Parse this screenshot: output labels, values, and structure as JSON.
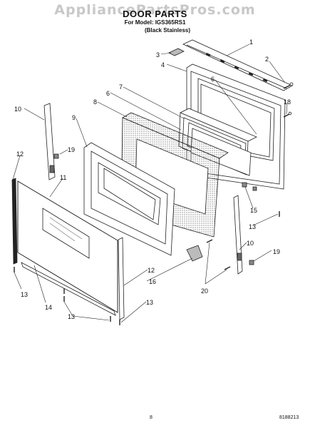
{
  "watermark": "AppliancePartsPros.com",
  "header": {
    "title": "DOOR PARTS",
    "model_line": "For Model: IGS365RS1",
    "variant_line": "(Black Stainless)"
  },
  "footer": {
    "page_number": "8",
    "document_code": "8188213"
  },
  "callouts": [
    {
      "id": "c1",
      "label": "1"
    },
    {
      "id": "c2",
      "label": "2"
    },
    {
      "id": "c3",
      "label": "3"
    },
    {
      "id": "c4",
      "label": "4"
    },
    {
      "id": "c6a",
      "label": "6"
    },
    {
      "id": "c7",
      "label": "7"
    },
    {
      "id": "c6b",
      "label": "6"
    },
    {
      "id": "c8",
      "label": "8"
    },
    {
      "id": "c18",
      "label": "18"
    },
    {
      "id": "c10a",
      "label": "10"
    },
    {
      "id": "c9",
      "label": "9"
    },
    {
      "id": "c12a",
      "label": "12"
    },
    {
      "id": "c19a",
      "label": "19"
    },
    {
      "id": "c11",
      "label": "11"
    },
    {
      "id": "c15",
      "label": "15"
    },
    {
      "id": "c13a",
      "label": "13"
    },
    {
      "id": "c10b",
      "label": "10"
    },
    {
      "id": "c19b",
      "label": "19"
    },
    {
      "id": "c12b",
      "label": "12"
    },
    {
      "id": "c16",
      "label": "16"
    },
    {
      "id": "c20",
      "label": "20"
    },
    {
      "id": "c13b",
      "label": "13"
    },
    {
      "id": "c14",
      "label": "14"
    },
    {
      "id": "c13c",
      "label": "13"
    },
    {
      "id": "c13d",
      "label": "13"
    }
  ]
}
